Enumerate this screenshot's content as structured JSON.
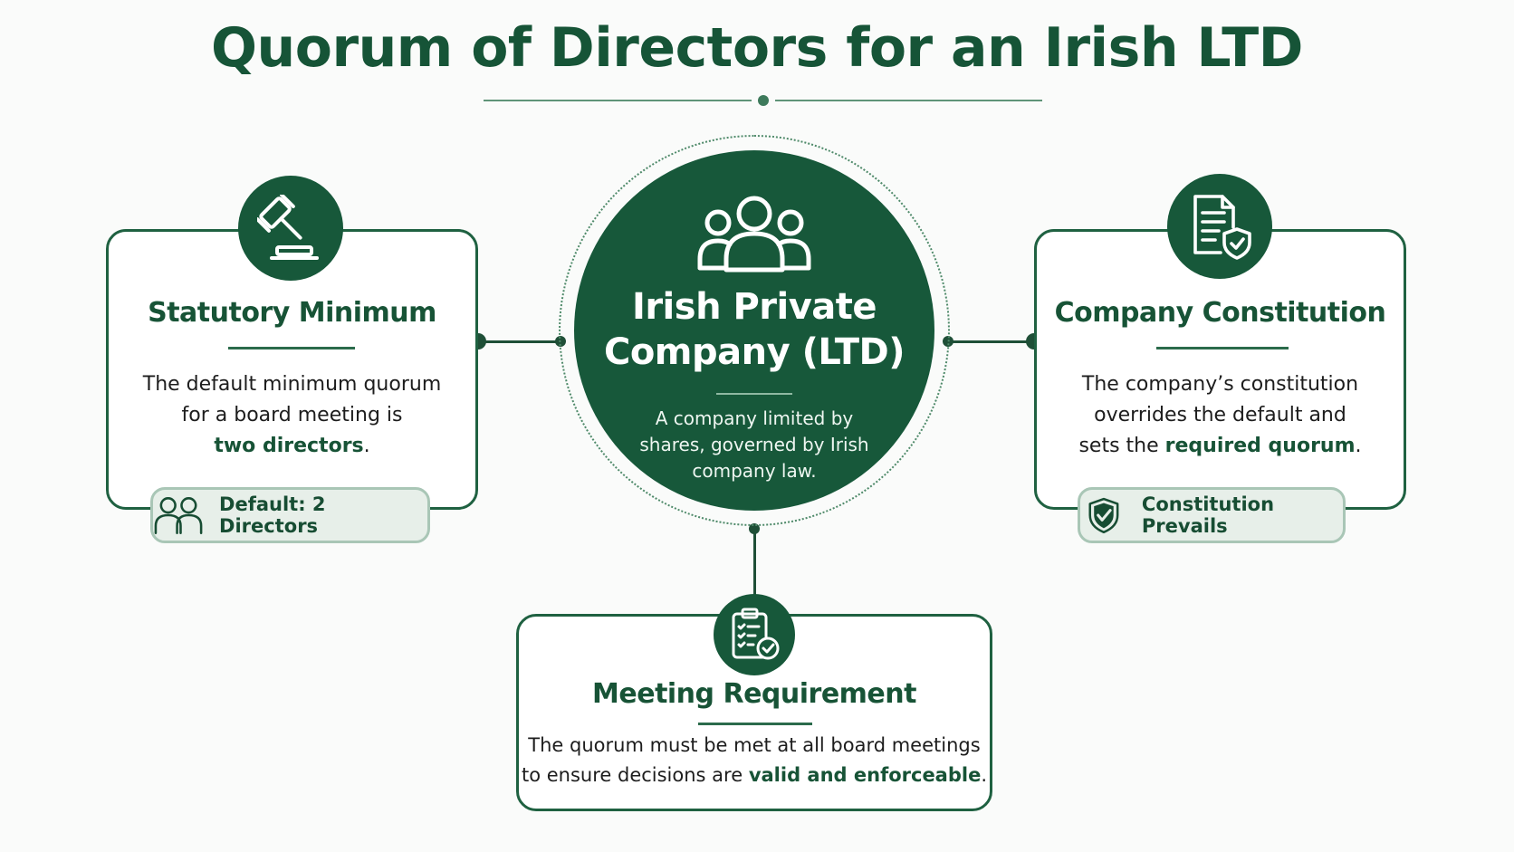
{
  "title": "Quorum of Directors for an Irish LTD",
  "center": {
    "title_line1": "Irish Private",
    "title_line2": "Company (LTD)",
    "body_line1": "A company limited by",
    "body_line2": "shares, governed by Irish",
    "body_line3": "company law.",
    "icon": "group-of-people-icon"
  },
  "left_card": {
    "icon": "gavel-icon",
    "title": "Statutory Minimum",
    "body_line1": "The default minimum quorum",
    "body_line2": "for a board meeting is",
    "body_bold": "two directors",
    "body_end": ".",
    "pill_icon": "two-people-icon",
    "pill_label": "Default: 2 Directors"
  },
  "right_card": {
    "icon": "document-shield-icon",
    "title": "Company Constitution",
    "body_line1": "The company’s constitution",
    "body_line2": "overrides the default and",
    "body_prefix": "sets the ",
    "body_bold": "required quorum",
    "body_end": ".",
    "pill_icon": "shield-check-icon",
    "pill_label": "Constitution Prevails"
  },
  "bottom_card": {
    "icon": "clipboard-check-icon",
    "title": "Meeting Requirement",
    "body_line1": "The quorum must be met at all board meetings",
    "body_prefix": "to ensure decisions are ",
    "body_bold": "valid and enforceable",
    "body_end": "."
  },
  "colors": {
    "primary": "#17583a",
    "title": "#165437",
    "pill_bg": "#e7efe9",
    "pill_border": "#a9c6b6",
    "background": "#fafbfa"
  }
}
